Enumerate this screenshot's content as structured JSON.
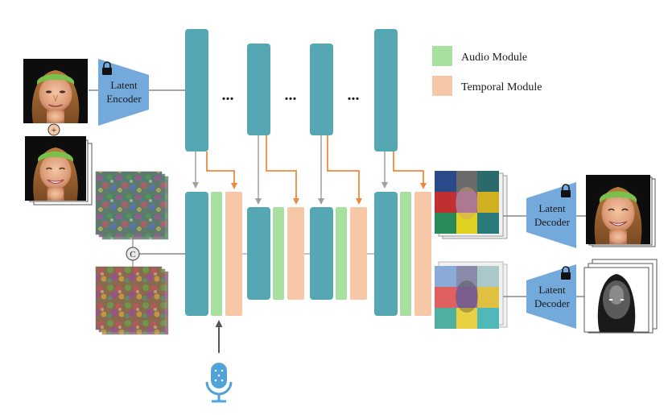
{
  "encoder": {
    "label_line1": "Latent",
    "label_line2": "Encoder"
  },
  "decoders": [
    {
      "label_line1": "Latent",
      "label_line2": "Decoder"
    },
    {
      "label_line1": "Latent",
      "label_line2": "Decoder"
    }
  ],
  "legend": {
    "audio": {
      "label": "Audio Module",
      "color": "#a8e0a0"
    },
    "temporal": {
      "label": "Temporal Module",
      "color": "#f7c8a8"
    }
  },
  "ellipses": [
    "...",
    "...",
    "..."
  ],
  "concat_symbol": "C",
  "add_symbol": "+",
  "colors": {
    "unet_block": "#56a7b4",
    "encoder_decoder": "#74a9dc",
    "arrow_orange": "#ee8a3c",
    "arrow_gray": "#a0a0a0",
    "mic": "#4fa3d8"
  },
  "icons": {
    "lock": "lock-icon",
    "microphone": "microphone-icon"
  }
}
